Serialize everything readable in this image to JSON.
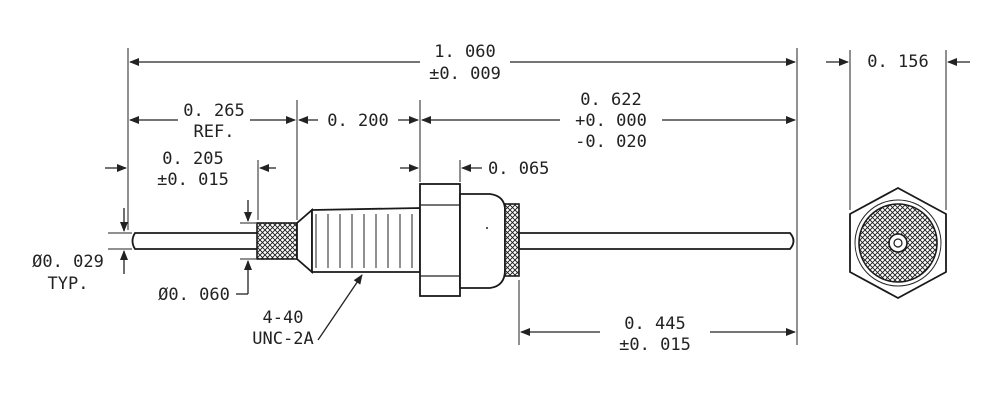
{
  "dimensions": {
    "overall": [
      "1. 060",
      "±0. 009"
    ],
    "ref": [
      "0. 265",
      "REF."
    ],
    "body": "0. 200",
    "probe": [
      "0. 622",
      "+0. 000",
      "-0. 020"
    ],
    "knurl_len": [
      "0. 205",
      "±0. 015"
    ],
    "shoulder": "0. 065",
    "hex_flat": "0. 156",
    "pin_dia": [
      "Ø0. 029",
      "TYP."
    ],
    "knurl_dia": "Ø0. 060",
    "thread": [
      "4-40",
      "UNC-2A"
    ],
    "probe_tip": [
      "0. 445",
      "±0. 015"
    ]
  }
}
